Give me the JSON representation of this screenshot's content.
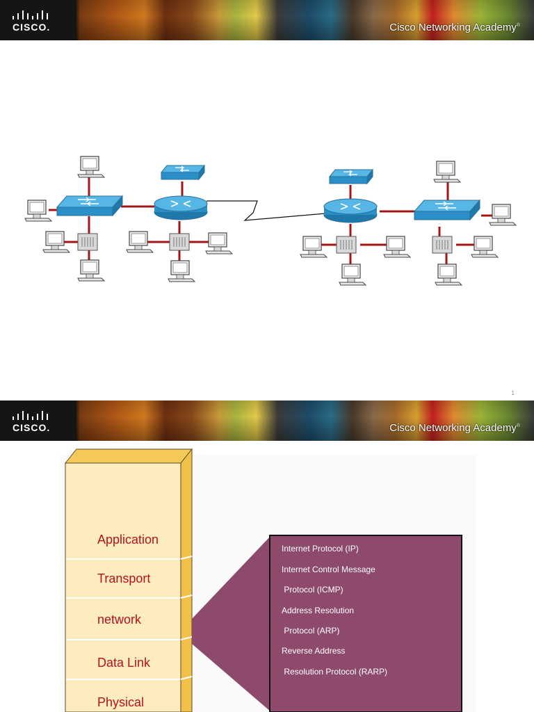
{
  "banner": {
    "logo_text": "CISCO.",
    "title": "Cisco Networking Academy",
    "trademark": "®"
  },
  "slide1": {
    "page_number": "1"
  },
  "slide2": {
    "layers": [
      {
        "label": "Application"
      },
      {
        "label": "Transport"
      },
      {
        "label": "network"
      },
      {
        "label": "Data Link"
      },
      {
        "label": "Physical"
      }
    ],
    "protocol_lines": [
      "Internet Protocol (IP)",
      "Internet Control Message",
      " Protocol (ICMP)",
      "Address Resolution",
      " Protocol (ARP)",
      "Reverse Address",
      " Resolution Protocol (RARP)"
    ]
  },
  "colors": {
    "switch_blue": "#2a8fc7",
    "link_red": "#a01515",
    "stack_fill": "#fcecbf",
    "stack_side": "#f4c95a",
    "protocol_box": "#8e4a6c",
    "layer_text": "#b5121b"
  }
}
